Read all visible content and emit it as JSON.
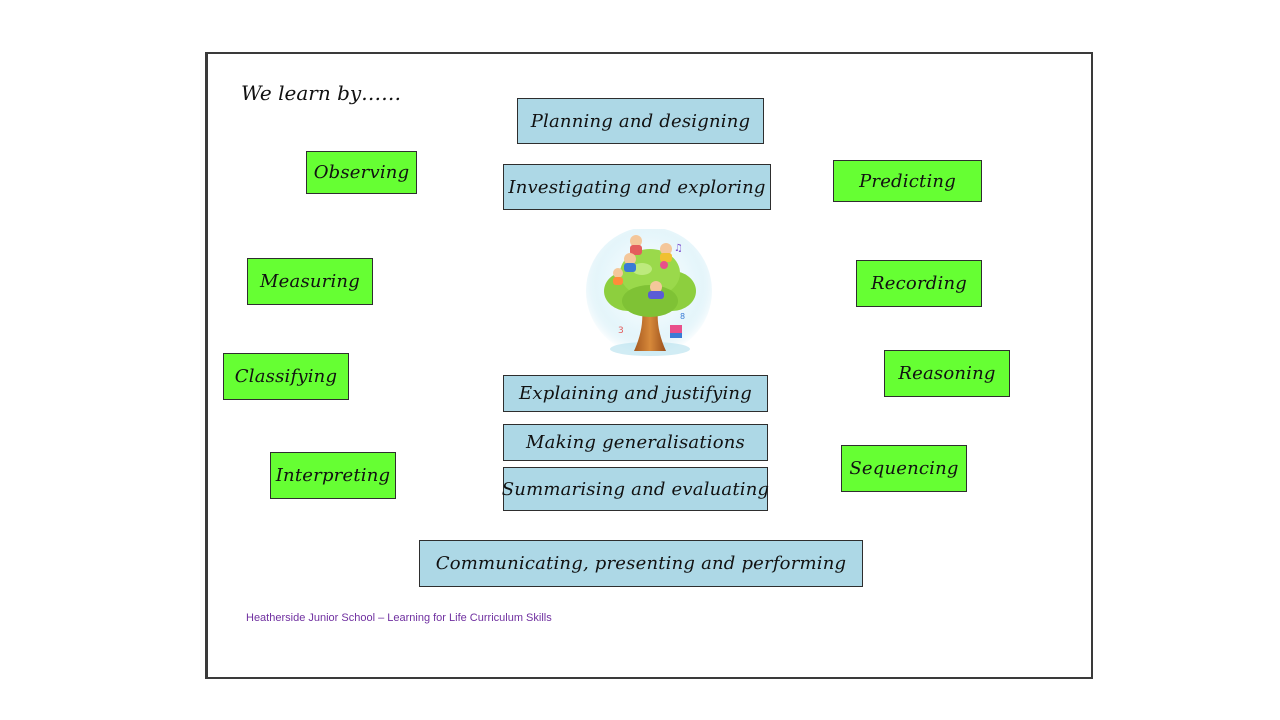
{
  "heading": "We learn by……",
  "green_skills": {
    "observing": "Observing",
    "measuring": "Measuring",
    "classifying": "Classifying",
    "interpreting": "Interpreting",
    "predicting": "Predicting",
    "recording": "Recording",
    "reasoning": "Reasoning",
    "sequencing": "Sequencing"
  },
  "blue_skills": {
    "planning": "Planning and designing",
    "investigating": "Investigating and exploring",
    "explaining": "Explaining and justifying",
    "generalisations": "Making generalisations",
    "summarising": "Summarising and evaluating",
    "communicating": "Communicating, presenting and performing"
  },
  "footer": "Heatherside Junior School – Learning for Life Curriculum Skills",
  "colors": {
    "green_box": "#66ff33",
    "blue_box": "#add8e6",
    "footer_text": "#7030a0"
  },
  "center_image": "tree-with-children-illustration"
}
